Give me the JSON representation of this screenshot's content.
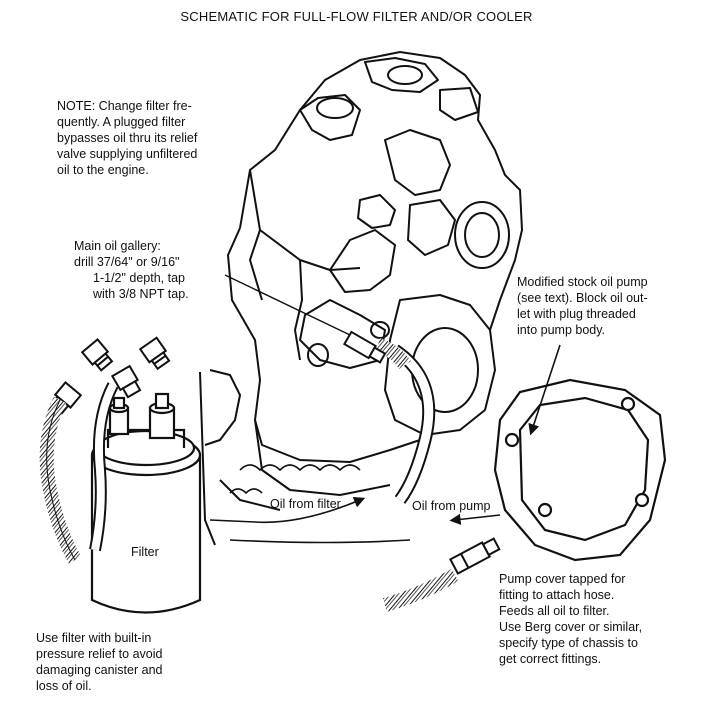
{
  "title": "SCHEMATIC FOR FULL-FLOW FILTER AND/OR COOLER",
  "note": [
    "NOTE:  Change filter fre-",
    "quently.  A plugged filter",
    "bypasses oil thru its relief",
    "valve supplying unfiltered",
    "oil to the engine."
  ],
  "gallery": [
    "Main oil gallery:",
    "drill 37/64\" or 9/16\"",
    "1-1/2\" depth, tap",
    "with 3/8 NPT tap."
  ],
  "pump": [
    "Modified stock oil pump",
    "(see text).  Block oil out-",
    "let with plug threaded",
    "into pump body."
  ],
  "oil_from_filter": "Oil from filter",
  "oil_from_pump": "Oil from pump",
  "filter_label": "Filter",
  "cover": [
    "Pump cover tapped for",
    "fitting to attach hose.",
    "Feeds all oil to filter.",
    "Use Berg cover or similar,",
    "specify type of chassis to",
    "get correct fittings."
  ],
  "use_filter": [
    "Use filter with built-in",
    "pressure relief to avoid",
    "damaging canister and",
    "loss of oil."
  ]
}
